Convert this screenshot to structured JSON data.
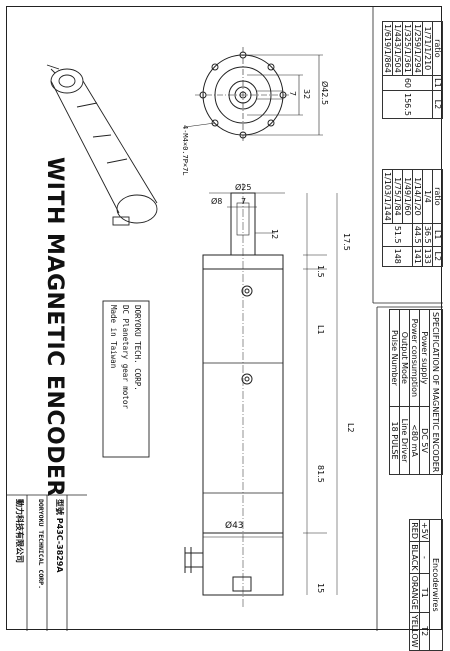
{
  "title": "WITH MAGNETIC ENCODER",
  "company_box": [
    "DORYOKU TECH. CORP.",
    "DC Planetary gear motor",
    "Made in Taiwan"
  ],
  "title_block": {
    "company_cn": "動力科技有限公司",
    "company_en": "DORYOKU TECHNICAL CORP.",
    "model_label": "型號",
    "model": "P43C-3829A"
  },
  "ratio_table_top": {
    "headers": [
      "ratio",
      "L1",
      "L2"
    ],
    "ratios": [
      "1/71/1/210",
      "1/259/1/294",
      "1/325/1/361",
      "1/443/1/504",
      "1/619/1/864"
    ],
    "L1": "60",
    "L2": "156.5"
  },
  "ratio_table_bottom": {
    "headers": [
      "ratio",
      "L1",
      "L2"
    ],
    "rows": [
      {
        "ratio": "1/4",
        "L1": "36.5",
        "L2": "133"
      },
      {
        "ratio": "1/14/1/20",
        "L1": "44.5",
        "L2": "141"
      },
      {
        "ratio": "1/49/1/60",
        "L1": "",
        "L2": ""
      },
      {
        "ratio": "1/75/1/84",
        "L1": "51.5",
        "L2": "148"
      },
      {
        "ratio": "1/103/1/144",
        "L1": "",
        "L2": ""
      }
    ]
  },
  "encoder_spec": {
    "title": "SPECIFICATION OF MAGNETIC ENCODER",
    "rows": [
      {
        "label": "Power supply",
        "value": "DC 5V"
      },
      {
        "label": "Power consumption",
        "value": "<80 mA"
      },
      {
        "label": "Output Mode",
        "value": "Line Driver"
      },
      {
        "label": "Pulse Number",
        "value": "18 PULSE"
      }
    ]
  },
  "encoder_wires": {
    "title": "Encoderwires",
    "rows": [
      {
        "pin": "+5V",
        "color": "RED"
      },
      {
        "pin": "-",
        "color": "BLACK"
      },
      {
        "pin": "T1",
        "color": "ORANGE"
      },
      {
        "pin": "T2",
        "color": "YELLOW"
      }
    ]
  },
  "dimensions": {
    "d42_5": "Ø42.5",
    "d32": "32",
    "d7a": "7",
    "hole_note": "4-M4×0.7P×7L",
    "d25": "Ø25",
    "d8": "Ø8",
    "d7b": "7",
    "d12": "12",
    "d17_5": "17.5",
    "d1_5": "1.5",
    "L1": "L1",
    "L2": "L2",
    "d81_5": "81.5",
    "d43": "Ø43",
    "d15": "15"
  }
}
